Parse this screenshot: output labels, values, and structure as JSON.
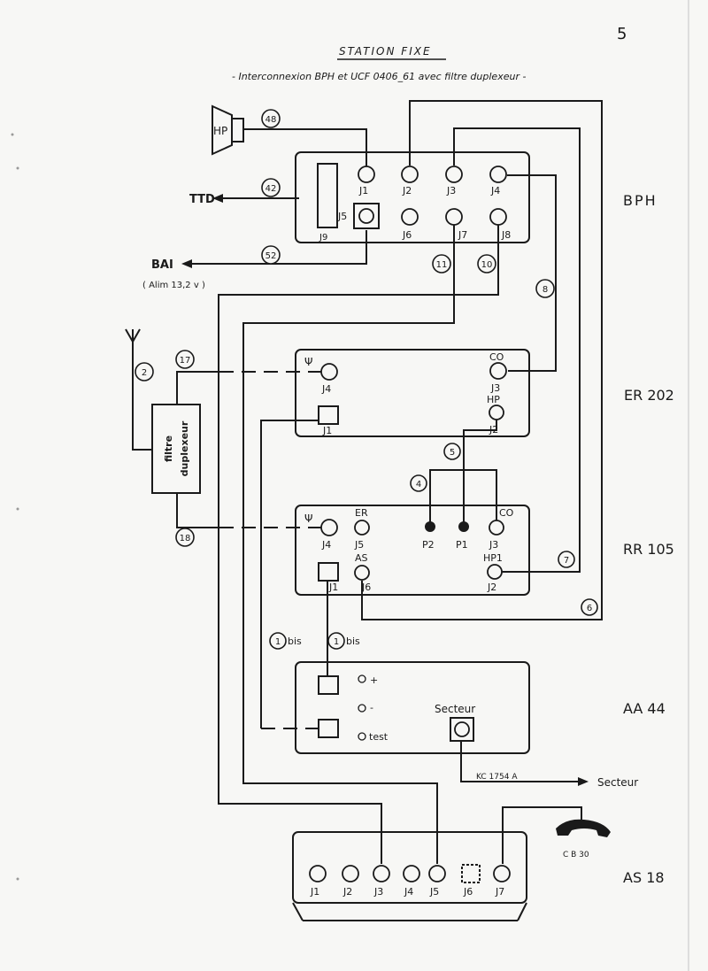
{
  "page_number": "5",
  "title": "STATION FIXE",
  "subtitle": "- Interconnexion BPH et UCF 0406_61 avec filtre duplexeur -",
  "units": {
    "bph": "BPH",
    "er": "ER 202",
    "rr": "RR 105",
    "aa": "AA 44",
    "as": "AS 18"
  },
  "hp_label": "HP",
  "ttd_label": "TTD",
  "bai_label": "BAI",
  "bai_note": "( Alim 13,2 v )",
  "filtre_line1": "filtre",
  "filtre_line2": "duplexeur",
  "cable_numbers": {
    "c48": "48",
    "c42": "42",
    "c52": "52",
    "c11": "11",
    "c10": "10",
    "c8": "8",
    "c2": "2",
    "c17": "17",
    "c18": "18",
    "c5": "5",
    "c4": "4",
    "c7": "7",
    "c6": "6",
    "c1": "1",
    "bis": "bis"
  },
  "bph_jacks": [
    "J1",
    "J2",
    "J3",
    "J4",
    "J5",
    "J6",
    "J7",
    "J8",
    "J9"
  ],
  "er_jacks": {
    "j4": "J4",
    "co": "CO",
    "j3": "J3",
    "hp": "HP",
    "j2": "J2",
    "j1": "J1"
  },
  "rr_jacks": {
    "j4": "J4",
    "er": "ER",
    "j5": "J5",
    "p2": "P2",
    "p1": "P1",
    "co": "CO",
    "j3": "J3",
    "j1": "J1",
    "as": "AS",
    "j6": "J6",
    "hp1": "HP1",
    "j2": "J2"
  },
  "aa_labels": {
    "plus": "+",
    "minus": "-",
    "test": "test",
    "secteur": "Secteur"
  },
  "secteur_cable": "KC 1754 A",
  "secteur_out": "Secteur",
  "handset": "C B 30",
  "as_jacks": [
    "J1",
    "J2",
    "J3",
    "J4",
    "J5",
    "J6",
    "J7"
  ]
}
